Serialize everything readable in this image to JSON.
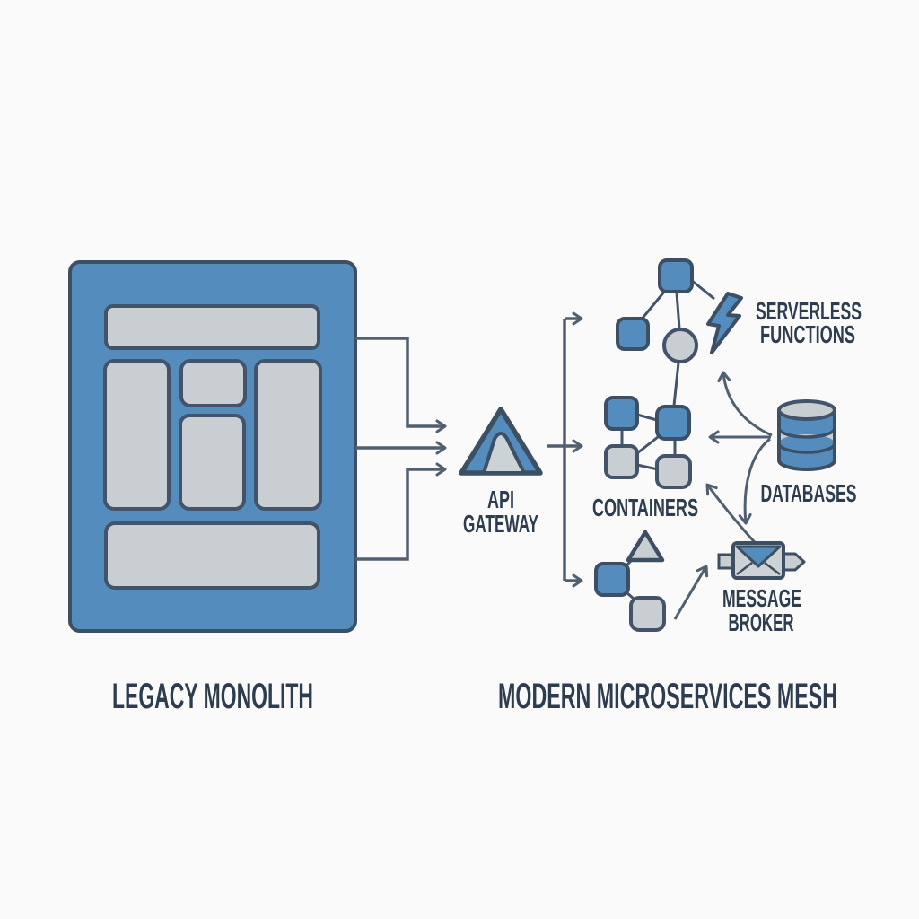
{
  "palette": {
    "accent_blue": "#548CBE",
    "shape_gray": "#C9CED3",
    "outline_navy": "#3D4F63",
    "connector_gray": "#51606F",
    "text_navy": "#2D3C4E",
    "background": "#FAFAFA"
  },
  "monolith": {
    "label": "LEGACY MONOLITH",
    "icon": "monolith-grid-icon",
    "block_count": 6
  },
  "gateway": {
    "label_line1": "API",
    "label_line2": "GATEWAY",
    "icon": "triangle-gateway-icon",
    "inbound_arrows": 3,
    "outbound_branches": 3
  },
  "mesh": {
    "label": "MODERN MICROSERVICES MESH",
    "serverless": {
      "label_line1": "SERVERLESS",
      "label_line2": "FUNCTIONS",
      "icon": "lightning-bolt-icon",
      "nodes": [
        "blue-square",
        "blue-square",
        "gray-circle"
      ]
    },
    "containers": {
      "label": "CONTAINERS",
      "icon": "linked-squares-icon",
      "nodes": [
        "blue-square",
        "blue-square",
        "gray-square",
        "gray-square"
      ]
    },
    "databases": {
      "label": "DATABASES",
      "icon": "database-cylinder-icon"
    },
    "broker": {
      "label_line1": "MESSAGE",
      "label_line2": "BROKER",
      "icon": "envelope-queue-icon"
    },
    "worker_group": {
      "icon": "triangle-and-squares-icon",
      "nodes": [
        "gray-triangle",
        "blue-square",
        "gray-square"
      ]
    }
  }
}
